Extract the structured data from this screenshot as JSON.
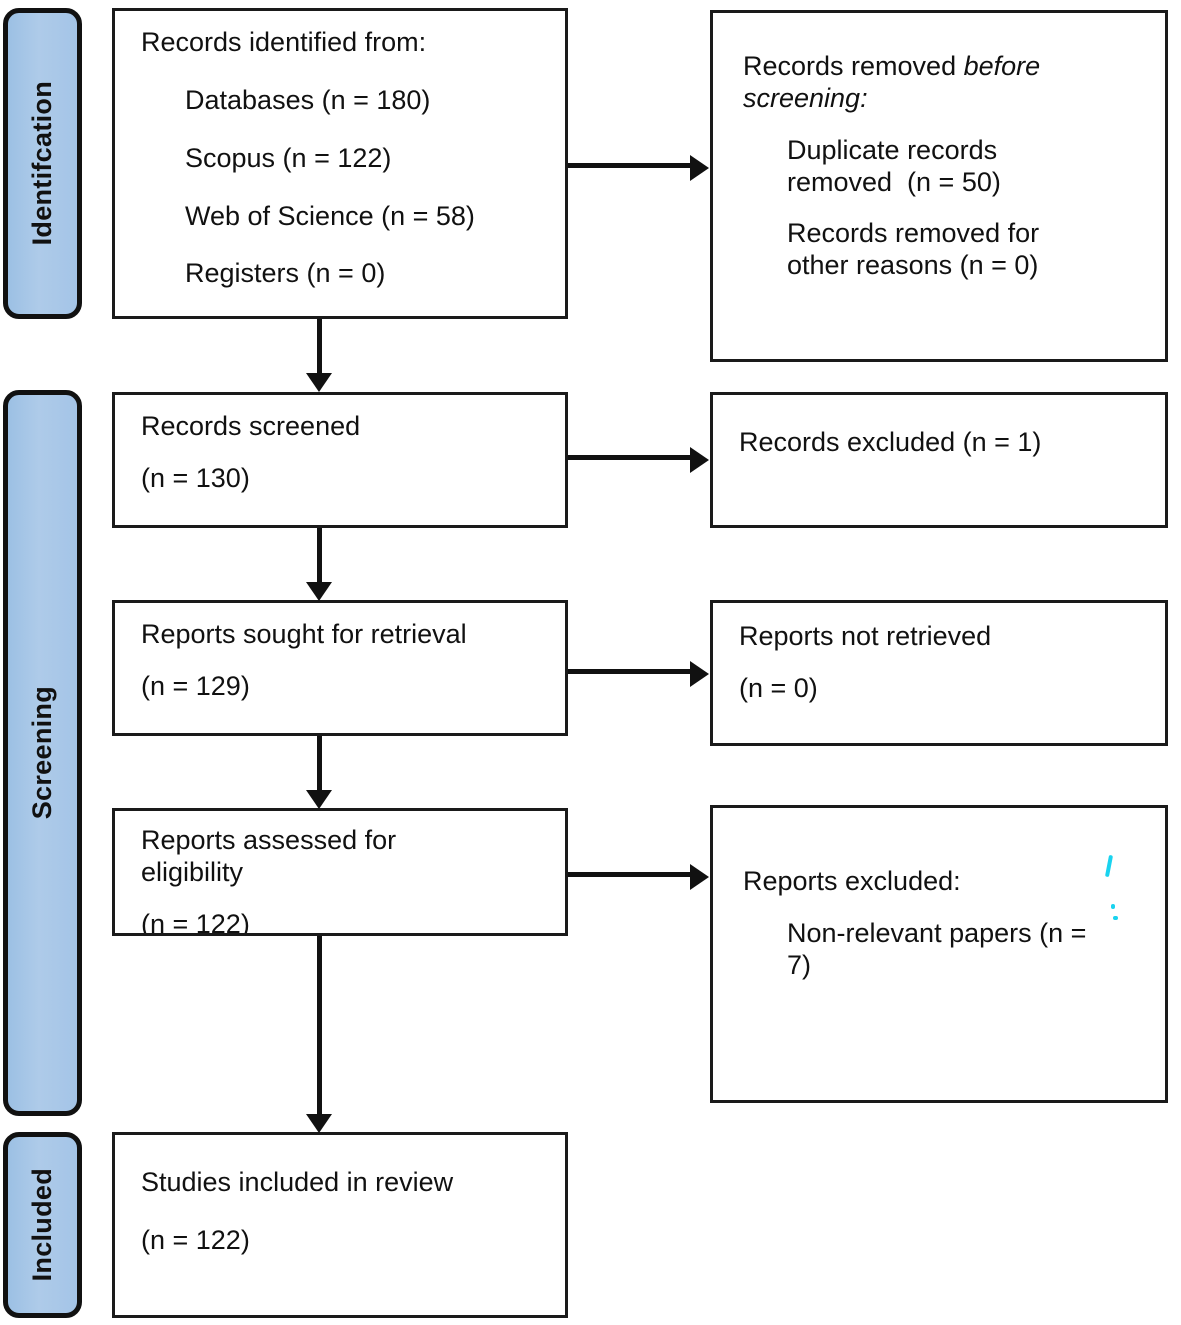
{
  "diagram": {
    "type": "PRISMA flow diagram",
    "accent_color": "#a4c4e7",
    "border_color": "#111111",
    "background": "#ffffff"
  },
  "stages": [
    {
      "id": "identification",
      "label": "Identifcation"
    },
    {
      "id": "screening",
      "label": "Screening"
    },
    {
      "id": "included",
      "label": "Included"
    }
  ],
  "boxes": {
    "identified": {
      "title": "Records identified from:",
      "items": [
        "Databases (n = 180)",
        "Scopus (n = 122)",
        "Web of Science (n = 58)",
        "Registers (n = 0)"
      ]
    },
    "removed_before_screening": {
      "title_plain": "Records removed ",
      "title_italic": "before screening",
      "title_suffix": ":",
      "items": [
        "Duplicate records\nremoved  (n = 50)",
        "Records removed for\nother reasons (n = 0)"
      ]
    },
    "screened": {
      "title": "Records screened",
      "count": "(n = 130)"
    },
    "excluded": {
      "title": "Records excluded (n = 1)"
    },
    "sought": {
      "title": "Reports sought for retrieval",
      "count": "(n = 129)"
    },
    "not_retrieved": {
      "title": "Reports not retrieved",
      "count": "(n = 0)"
    },
    "assessed": {
      "title": "Reports assessed for\neligibility",
      "count": "(n = 122)"
    },
    "reports_excluded": {
      "title": "Reports excluded:",
      "items": [
        "Non-relevant papers (n =\n7)"
      ]
    },
    "included_studies": {
      "title": "Studies included in review",
      "count": "(n = 122)"
    }
  }
}
